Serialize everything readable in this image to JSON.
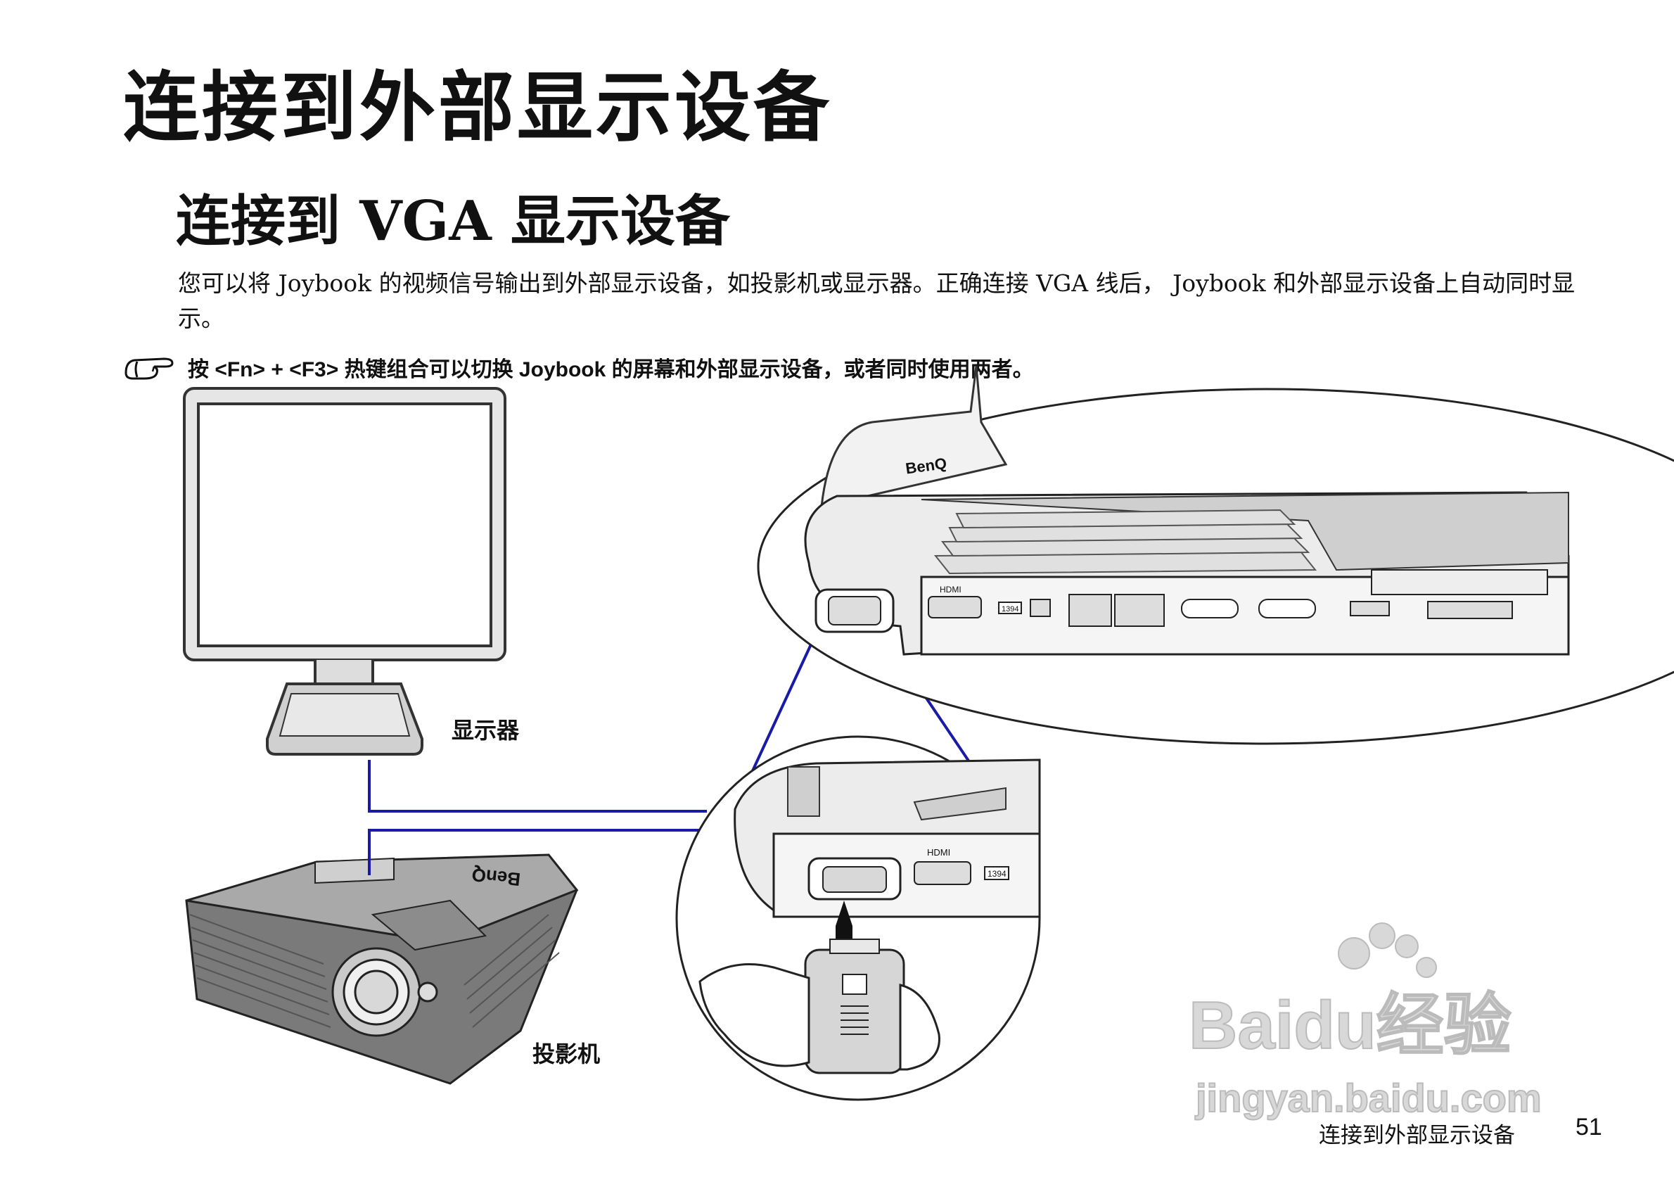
{
  "page": {
    "chapter_title": "连接到外部显示设备",
    "section_title": "连接到 VGA 显示设备",
    "intro": "您可以将 Joybook 的视频信号输出到外部显示设备，如投影机或显示器。正确连接 VGA 线后， Joybook 和外部显示设备上自动同时显示。",
    "note": "按 <Fn> + <F3> 热键组合可以切换 Joybook 的屏幕和外部显示设备，或者同时使用两者。",
    "note_icon": "pointing-hand-icon"
  },
  "figure": {
    "labels": {
      "monitor": "显示器",
      "projector": "投影机"
    },
    "laptop_brand": "BenQ",
    "projector_brand": "BenQ",
    "port_labels": {
      "hdmi": "HDMI",
      "ieee1394": "1394"
    },
    "cable_color": "#1a1aa8"
  },
  "footer": {
    "chapter": "连接到外部显示设备",
    "page_number": "51"
  },
  "watermark": {
    "brand": "Baidu经验",
    "url": "jingyan.baidu.com"
  }
}
